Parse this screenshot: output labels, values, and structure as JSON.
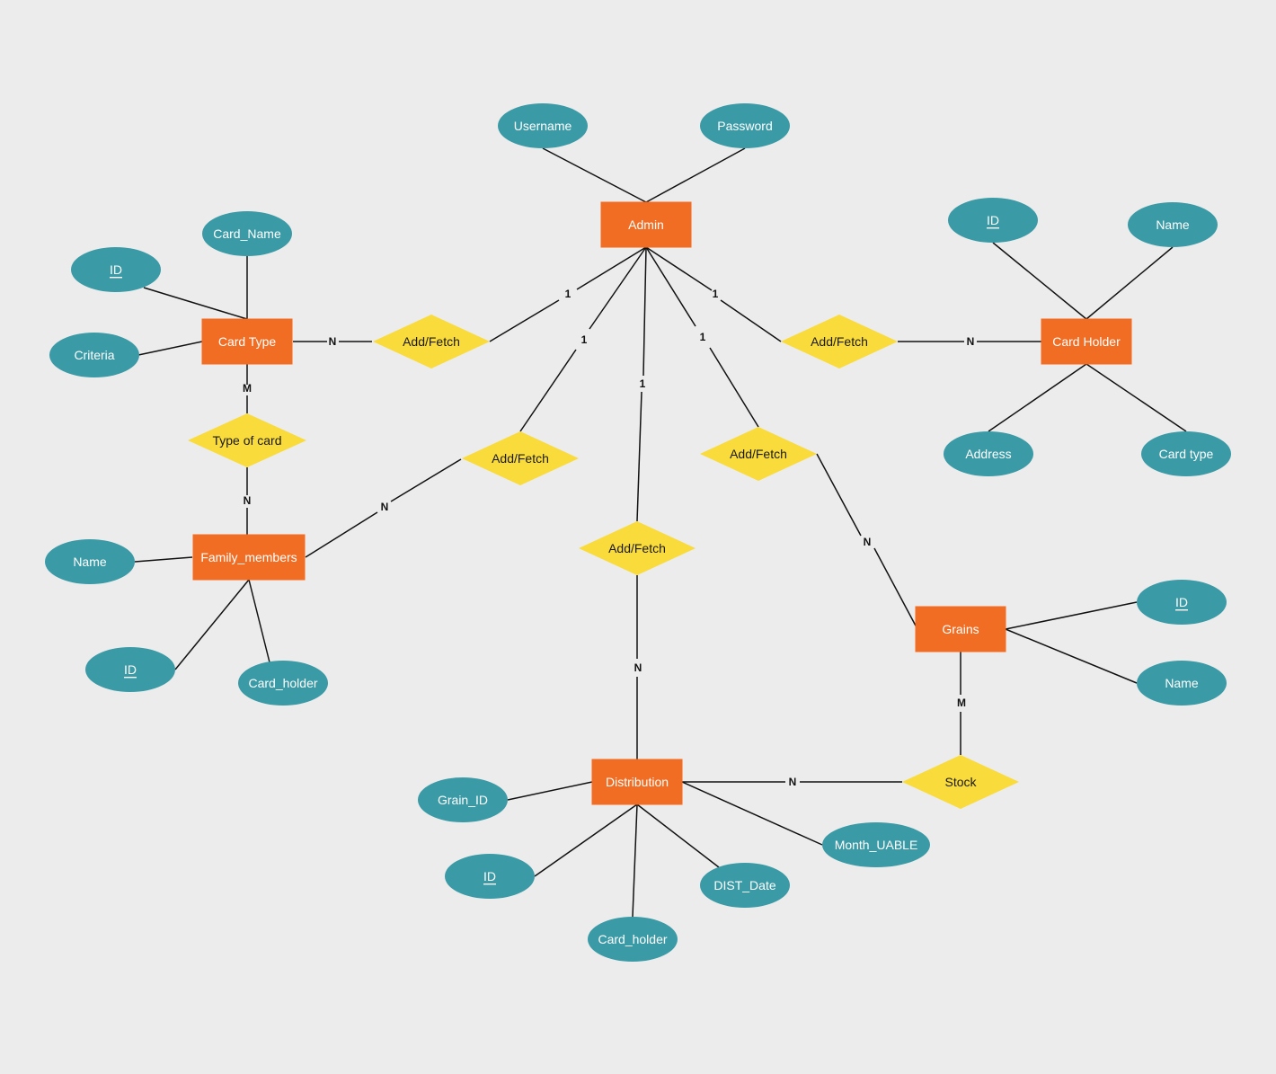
{
  "colors": {
    "background": "#ececec",
    "entity_fill": "#f06d23",
    "entity_text": "#ffffff",
    "attribute_fill": "#3a9aa6",
    "attribute_text": "#ffffff",
    "relationship_fill": "#fadb3c",
    "relationship_text": "#1a1a1a",
    "line": "#111111"
  },
  "entities": [
    {
      "id": "admin",
      "label": "Admin"
    },
    {
      "id": "card_type",
      "label": "Card Type"
    },
    {
      "id": "card_holder",
      "label": "Card Holder"
    },
    {
      "id": "family_members",
      "label": "Family_members"
    },
    {
      "id": "grains",
      "label": "Grains"
    },
    {
      "id": "distribution",
      "label": "Distribution"
    }
  ],
  "attributes": [
    {
      "id": "admin_username",
      "label": "Username",
      "key": false
    },
    {
      "id": "admin_password",
      "label": "Password",
      "key": false
    },
    {
      "id": "ct_id",
      "label": "ID",
      "key": true
    },
    {
      "id": "ct_card_name",
      "label": "Card_Name",
      "key": false
    },
    {
      "id": "ct_criteria",
      "label": "Criteria",
      "key": false
    },
    {
      "id": "ch_id",
      "label": "ID",
      "key": true
    },
    {
      "id": "ch_name",
      "label": "Name",
      "key": false
    },
    {
      "id": "ch_address",
      "label": "Address",
      "key": false
    },
    {
      "id": "ch_card_type",
      "label": "Card type",
      "key": false
    },
    {
      "id": "fm_name",
      "label": "Name",
      "key": false
    },
    {
      "id": "fm_id",
      "label": "ID",
      "key": true
    },
    {
      "id": "fm_card_holder",
      "label": "Card_holder",
      "key": false
    },
    {
      "id": "gr_id",
      "label": "ID",
      "key": true
    },
    {
      "id": "gr_name",
      "label": "Name",
      "key": false
    },
    {
      "id": "di_grain_id",
      "label": "Grain_ID",
      "key": false
    },
    {
      "id": "di_id",
      "label": "ID",
      "key": true
    },
    {
      "id": "di_card_holder",
      "label": "Card_holder",
      "key": false
    },
    {
      "id": "di_dist_date",
      "label": "DIST_Date",
      "key": false
    },
    {
      "id": "di_month",
      "label": "Month_UABLE",
      "key": false
    }
  ],
  "relationships": [
    {
      "id": "rel_ct",
      "label": "Add/Fetch"
    },
    {
      "id": "rel_ch",
      "label": "Add/Fetch"
    },
    {
      "id": "rel_fm",
      "label": "Add/Fetch"
    },
    {
      "id": "rel_di",
      "label": "Add/Fetch"
    },
    {
      "id": "rel_gr",
      "label": "Add/Fetch"
    },
    {
      "id": "rel_type",
      "label": "Type of card"
    },
    {
      "id": "rel_stock",
      "label": "Stock"
    }
  ],
  "cardinalities": [
    {
      "id": "c_admin_ct",
      "label": "1"
    },
    {
      "id": "c_ct_rel",
      "label": "N"
    },
    {
      "id": "c_admin_ch",
      "label": "1"
    },
    {
      "id": "c_ch_rel",
      "label": "N"
    },
    {
      "id": "c_admin_fm",
      "label": "1"
    },
    {
      "id": "c_fm_rel",
      "label": "N"
    },
    {
      "id": "c_admin_di",
      "label": "1"
    },
    {
      "id": "c_di_rel",
      "label": "N"
    },
    {
      "id": "c_admin_gr",
      "label": "1"
    },
    {
      "id": "c_gr_rel",
      "label": "N"
    },
    {
      "id": "c_ct_type",
      "label": "M"
    },
    {
      "id": "c_fm_type",
      "label": "N"
    },
    {
      "id": "c_gr_stock",
      "label": "M"
    },
    {
      "id": "c_di_stock",
      "label": "N"
    }
  ]
}
